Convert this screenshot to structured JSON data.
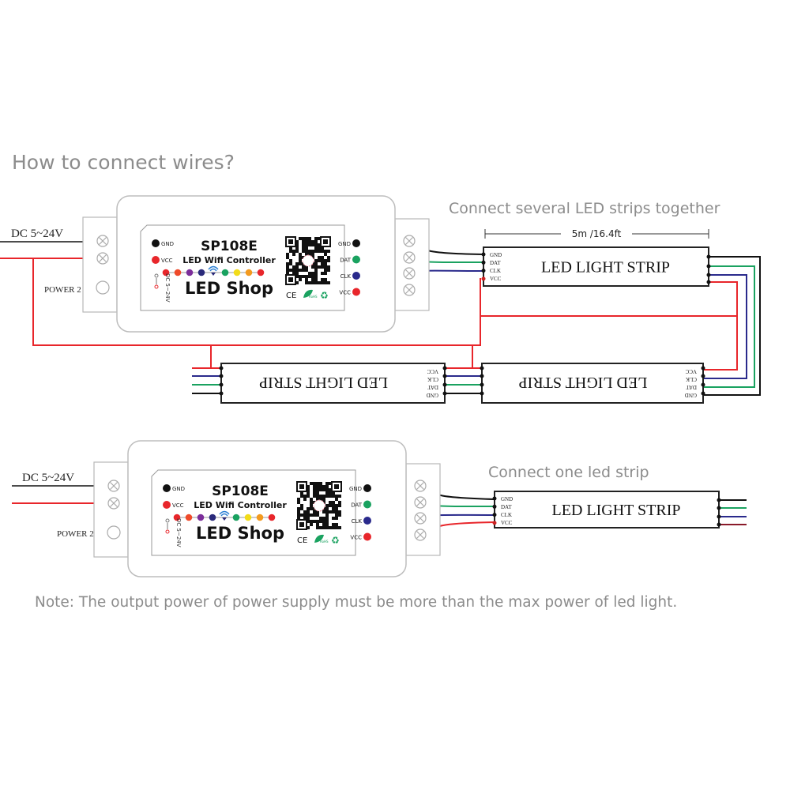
{
  "title": "How to connect wires?",
  "note": "Note:  The output power of power supply must be more than the max power of led light.",
  "colors": {
    "gnd": "#111111",
    "dat": "#1aa260",
    "clk": "#2a2a8c",
    "vcc": "#e8262b",
    "heading": "#8c8c8c"
  },
  "controller": {
    "model": "SP108E",
    "subtitle": "LED Wifi Controller",
    "brand": "LED Shop",
    "input_voltage": "DC 5~24V",
    "left_pins": [
      "GND",
      "VCC"
    ],
    "right_pins": [
      "GND",
      "DAT",
      "CLK",
      "VCC"
    ],
    "cert_marks": [
      "CE",
      "RoHS"
    ],
    "led_dot_colors": [
      "#e8262b",
      "#ef4a2a",
      "#7b2d9a",
      "#2a2a7a",
      "wifi",
      "#1aa260",
      "#f2dc1a",
      "#f39a1e",
      "#e8262b"
    ]
  },
  "section_several": {
    "heading": "Connect several LED strips together",
    "dimension": "5m /16.4ft",
    "power_input_label": "DC 5~24V",
    "power2_label": "POWER 2"
  },
  "section_one": {
    "heading": "Connect one led strip",
    "power_input_label": "DC 5~24V",
    "power2_label": "POWER 2"
  },
  "strip": {
    "label": "LED LIGHT STRIP",
    "pins": [
      "GND",
      "DAT",
      "CLK",
      "VCC"
    ]
  }
}
